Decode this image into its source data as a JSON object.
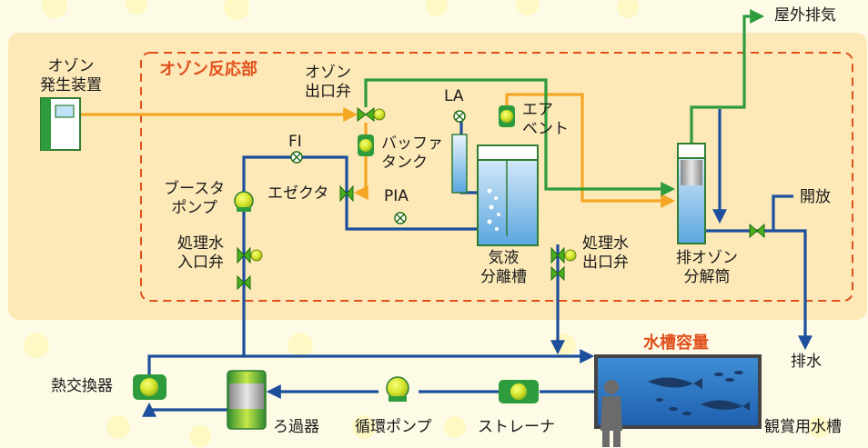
{
  "labels": {
    "ozone_generator": "オゾン\n発生装置",
    "ozone_reactor": "オゾン反応部",
    "ozone_outlet_valve": "オゾン\n出口弁",
    "la": "LA",
    "air_vent": "エア\nベント",
    "outdoor_exhaust": "屋外排気",
    "fi": "FI",
    "buffer_tank": "バッファ\nタンク",
    "booster_pump": "ブースタ\nポンプ",
    "ejector": "エゼクタ",
    "pia": "PIA",
    "open": "開放",
    "treated_inlet_valve": "処理水\n入口弁",
    "gas_liquid_separator": "気液\n分離槽",
    "treated_outlet_valve": "処理水\n出口弁",
    "exhaust_ozone_decomposer": "排オゾン\n分解筒",
    "drain": "排水",
    "tank_volume": "水槽容量",
    "heat_exchanger": "熱交換器",
    "filter": "ろ過器",
    "circulation_pump": "循環ポンプ",
    "strainer": "ストレーナ",
    "display_tank": "観賞用水槽"
  },
  "colors": {
    "water_line": "#1d4f9c",
    "ozone_line": "#f5a623",
    "exhaust_line": "#2e9c3c",
    "reactor_border": "#e0501c",
    "panel_fill": "#fde9b8",
    "valve": "#4caf1e",
    "equipment": "#2e9c3c"
  }
}
